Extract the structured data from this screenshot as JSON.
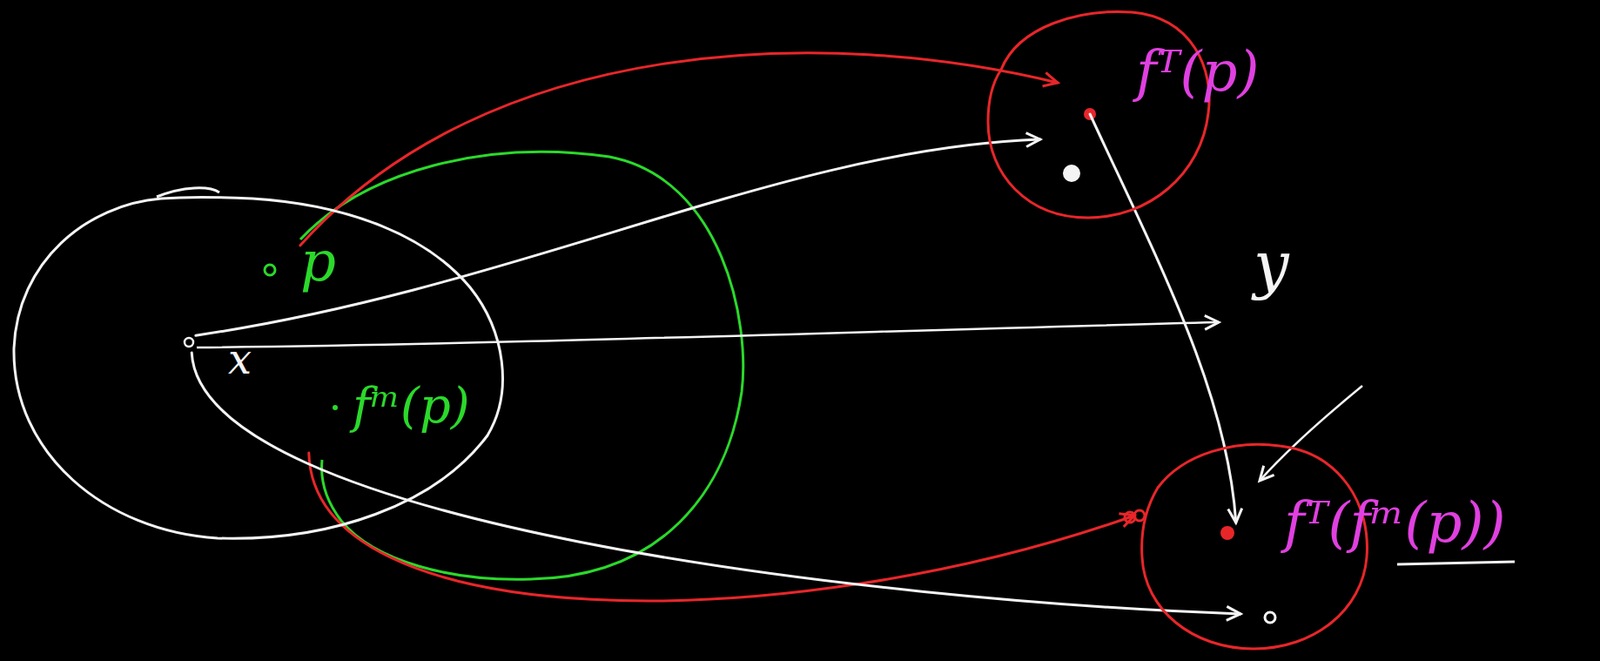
{
  "diagram": {
    "nodes": [
      {
        "text": [
          "x",
          "p",
          "fᵐ(p)"
        ]
      },
      {
        "text": [
          "fᵀ(p)"
        ]
      },
      {
        "text": [
          "fᵀ(fᵐ(p))"
        ]
      }
    ],
    "edges": [
      {
        "from": 0,
        "to": 1,
        "arrow": "to"
      },
      {
        "from": 0,
        "to": 1,
        "arrow": "to"
      },
      {
        "from": 0,
        "to": 2,
        "arrow": "to"
      },
      {
        "from": 0,
        "to": 2,
        "arrow": "to"
      },
      {
        "from": 1,
        "to": 2,
        "arrow": "to"
      }
    ],
    "labels": [
      "y"
    ]
  }
}
